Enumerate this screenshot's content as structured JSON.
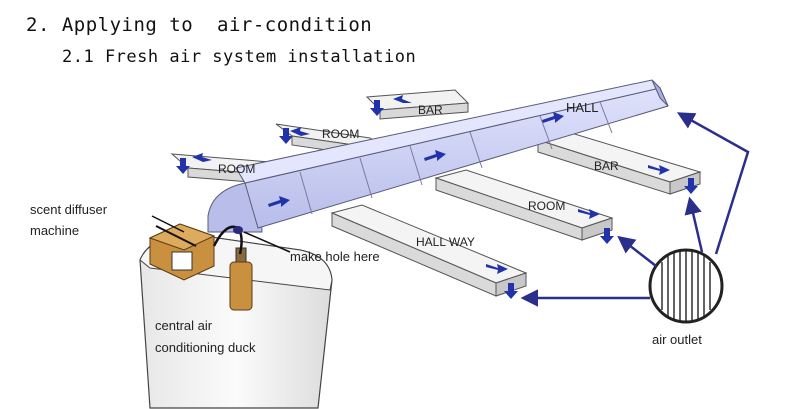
{
  "heading": "2. Applying to  air-condition",
  "subheading": "2.1 Fresh air system installation",
  "labels": {
    "bar_top": "BAR",
    "hall": "HALL",
    "room_left_top": "ROOM",
    "room_left": "ROOM",
    "bar_right": "BAR",
    "room_right": "ROOM",
    "hallway": "HALL WAY",
    "scent_diffuser": "scent diffuser",
    "machine": "machine",
    "make_hole": "make hole here",
    "central_air": "central  air",
    "conditioning_duck": "conditioning duck",
    "air_outlet": "air outlet"
  },
  "colors": {
    "duct_fill": "#c7ccf2",
    "duct_top": "#dde0fa",
    "duct_stroke": "#5a5a7a",
    "branch_fill": "#f4f4f4",
    "arrow": "#2233aa",
    "line": "#2b2f8c",
    "unit_fill": "#fafafa",
    "diffuser": "#c9903f"
  }
}
